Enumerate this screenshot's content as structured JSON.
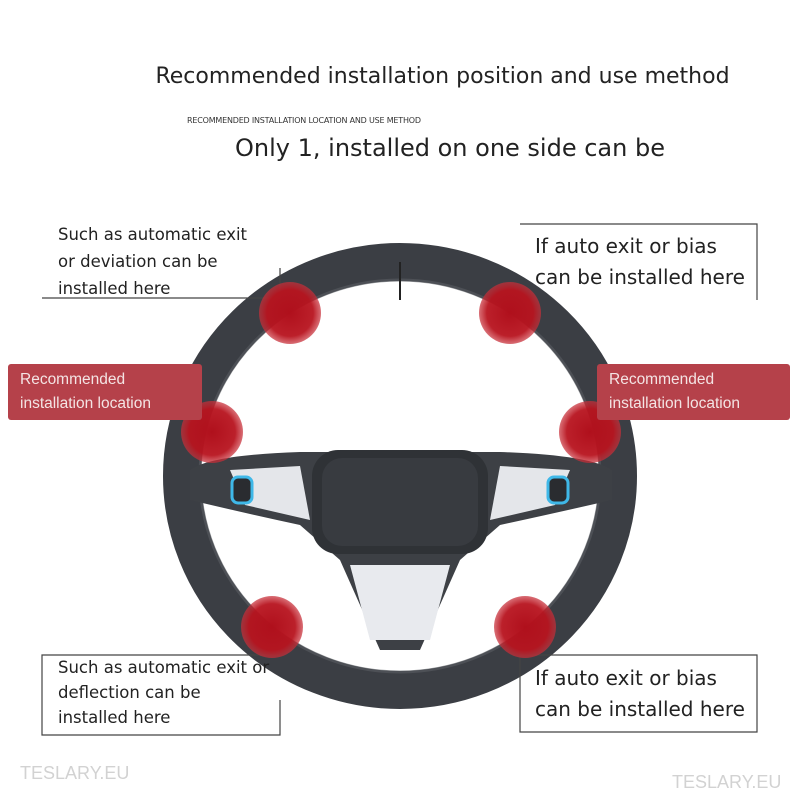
{
  "header": {
    "title": "Recommended installation position and use method",
    "subtitle": "RECOMMENDED INSTALLATION LOCATION AND USE METHOD",
    "note": "Only 1, installed on one side can be"
  },
  "callouts": {
    "top_left": [
      "Such as automatic exit",
      "or deviation can be",
      "installed here"
    ],
    "top_right": [
      "If auto exit or bias",
      "can be installed here"
    ],
    "bottom_left": [
      "Such as automatic exit or",
      "deflection can be",
      "installed here"
    ],
    "bottom_right": [
      "If auto exit or bias",
      "can be installed here"
    ]
  },
  "labels": {
    "left": [
      "Recommended",
      "installation location"
    ],
    "right": [
      "Recommended",
      "installation location"
    ]
  },
  "watermarks": {
    "left": "TESLARY.EU",
    "right": "TESLARY.EU"
  },
  "colors": {
    "marker": "#b3131f",
    "label_bg": "#b5414a",
    "wheel": "#3a3d42"
  }
}
